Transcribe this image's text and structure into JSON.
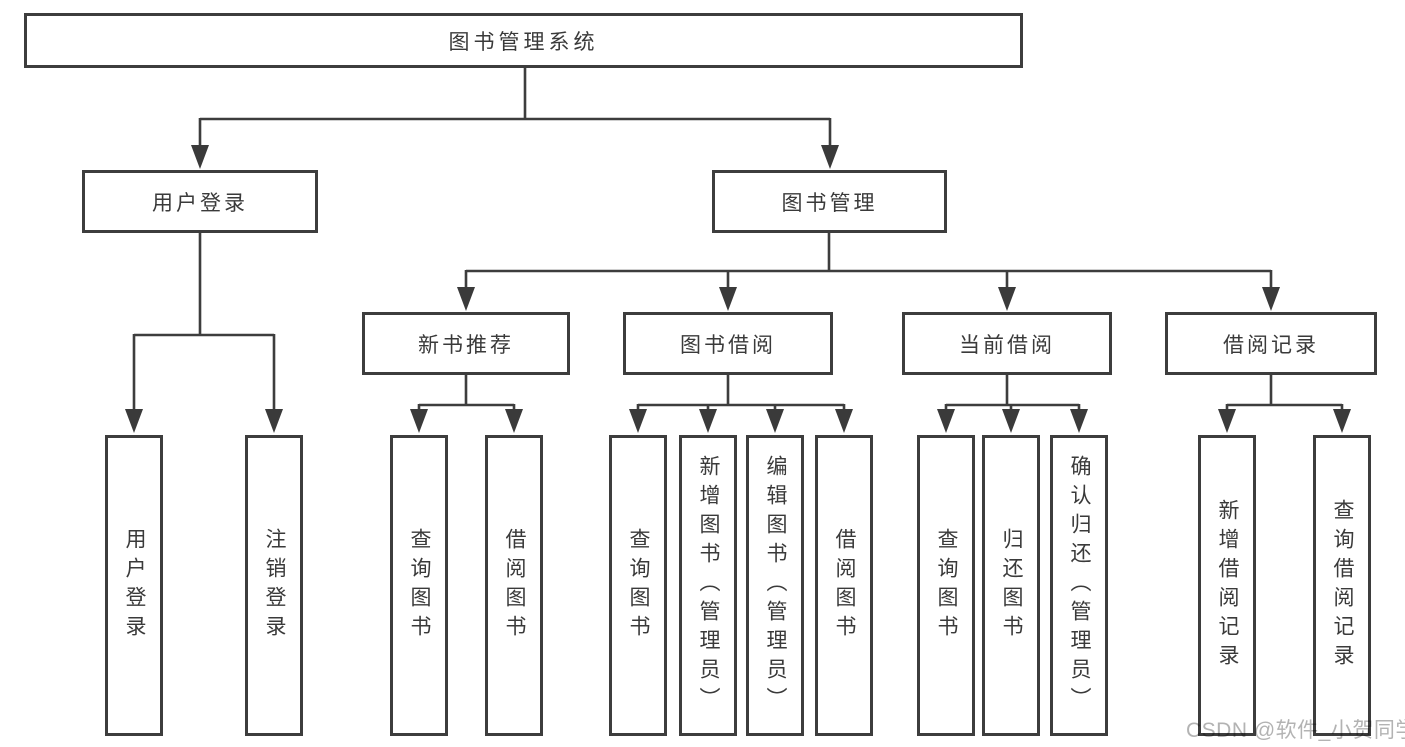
{
  "diagram": {
    "root": {
      "label": "图书管理系统"
    },
    "branches": [
      {
        "label": "用户登录",
        "leaves": [
          {
            "label": "用户登录"
          },
          {
            "label": "注销登录"
          }
        ]
      },
      {
        "label": "图书管理",
        "sections": [
          {
            "label": "新书推荐",
            "leaves": [
              {
                "label": "查询图书"
              },
              {
                "label": "借阅图书"
              }
            ]
          },
          {
            "label": "图书借阅",
            "leaves": [
              {
                "label": "查询图书"
              },
              {
                "label": "新增图书（管理员）"
              },
              {
                "label": "编辑图书（管理员）"
              },
              {
                "label": "借阅图书"
              }
            ]
          },
          {
            "label": "当前借阅",
            "leaves": [
              {
                "label": "查询图书"
              },
              {
                "label": "归还图书"
              },
              {
                "label": "确认归还（管理员）"
              }
            ]
          },
          {
            "label": "借阅记录",
            "leaves": [
              {
                "label": "新增借阅记录"
              },
              {
                "label": "查询借阅记录"
              }
            ]
          }
        ]
      }
    ]
  },
  "watermark": "CSDN @软件_小贺同学",
  "colors": {
    "line": "#3d3d3d",
    "text": "#3a3a3a",
    "watermark": "#b3b3b3",
    "background": "#ffffff"
  }
}
